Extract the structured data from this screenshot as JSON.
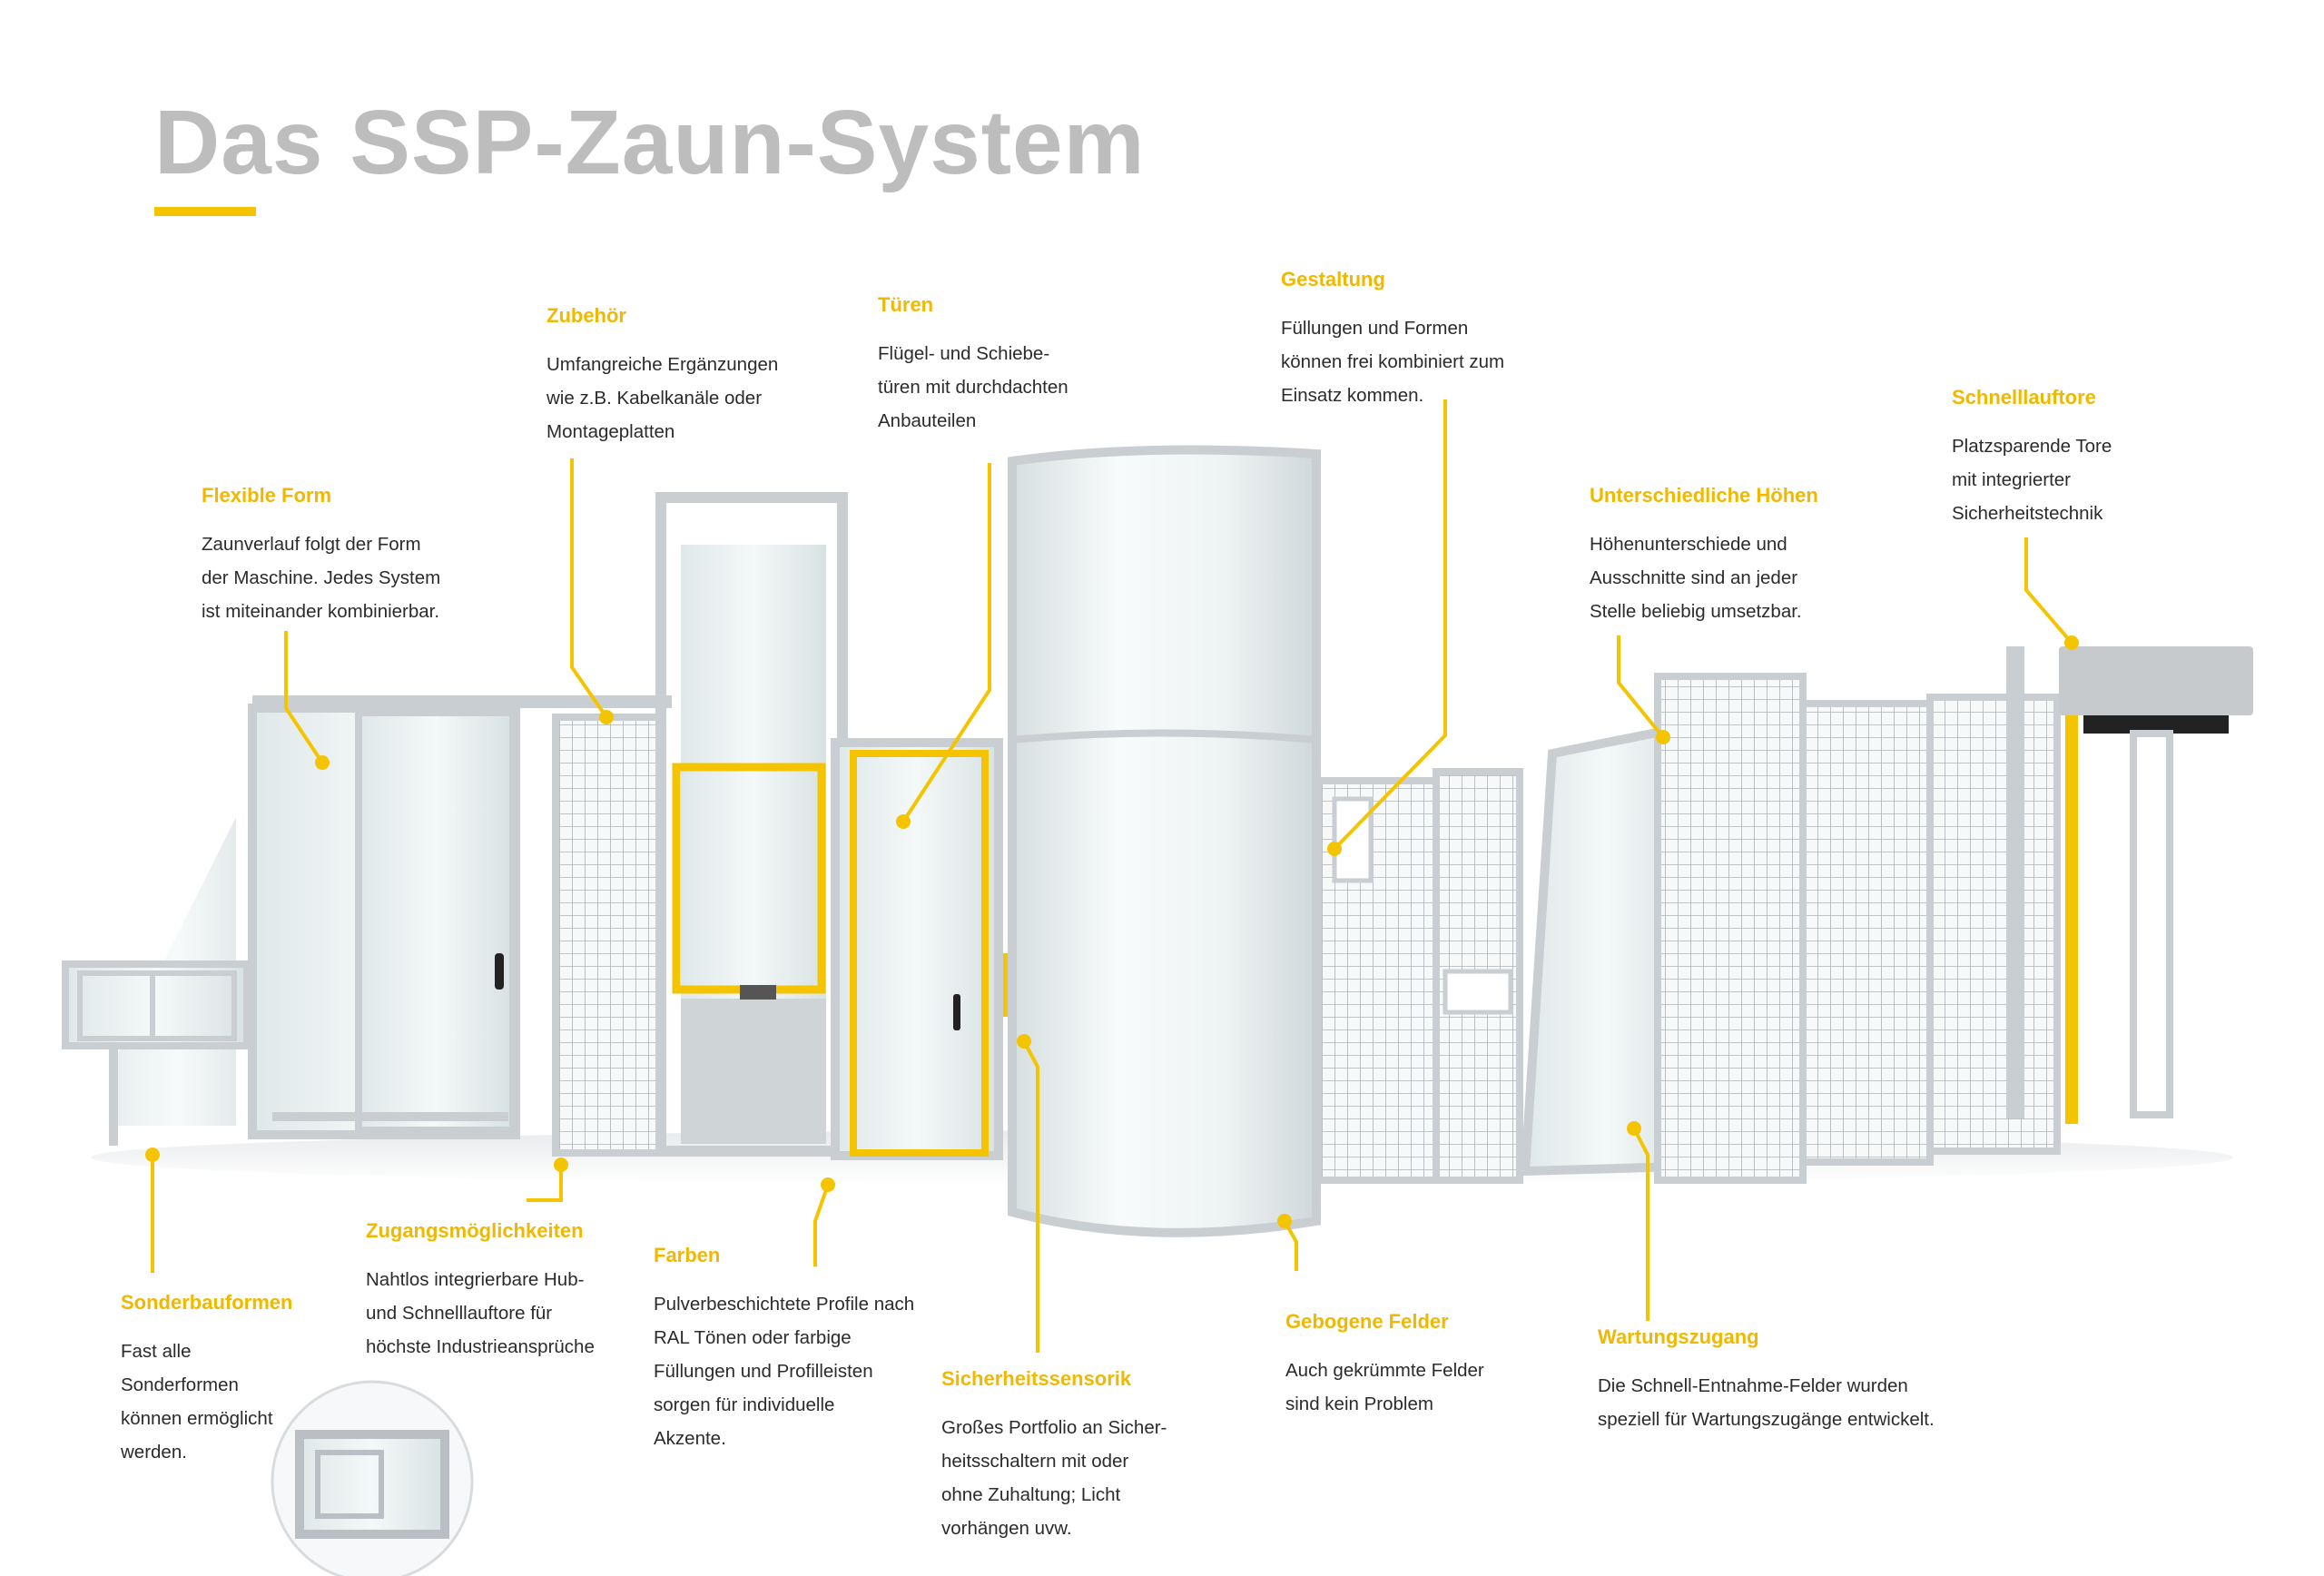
{
  "title": "Das SSP-Zaun-System",
  "colors": {
    "accent": "#f5c400",
    "title": "#bdbdbd",
    "text": "#2b2b2b",
    "frame": "#c9ced3"
  },
  "callouts": {
    "zubehoer": {
      "heading": "Zubehör",
      "lines": [
        "Umfangreiche Ergänzungen",
        "wie z.B. Kabelkanäle oder",
        "Montageplatten"
      ]
    },
    "tueren": {
      "heading": "Türen",
      "lines": [
        "Flügel- und Schiebe-",
        "türen mit durchdachten",
        "Anbauteilen"
      ]
    },
    "gestaltung": {
      "heading": "Gestaltung",
      "lines": [
        "Füllungen und Formen",
        "können frei kombiniert zum",
        "Einsatz kommen."
      ]
    },
    "schnelllauftore": {
      "heading": "Schnelllauftore",
      "lines": [
        "Platzsparende Tore",
        "mit integrierter",
        "Sicherheitstechnik"
      ]
    },
    "flexible_form": {
      "heading": "Flexible Form",
      "lines": [
        "Zaunverlauf folgt der Form",
        "der Maschine. Jedes System",
        "ist miteinander kombinierbar."
      ]
    },
    "hoehen": {
      "heading": "Unterschiedliche Höhen",
      "lines": [
        "Höhenunterschiede und",
        "Ausschnitte sind an jeder",
        "Stelle beliebig umsetzbar."
      ]
    },
    "zugang": {
      "heading": "Zugangsmöglichkeiten",
      "lines": [
        "Nahtlos integrierbare Hub-",
        "und Schnelllauftore für",
        "höchste Industrieansprüche"
      ]
    },
    "farben": {
      "heading": "Farben",
      "lines": [
        "Pulverbeschichtete Profile nach",
        "RAL Tönen oder farbige",
        "Füllungen und Profilleisten",
        "sorgen für individuelle",
        "Akzente."
      ]
    },
    "sonder": {
      "heading": "Sonderbauformen",
      "lines": [
        "Fast alle Sonderformen",
        "können ermöglicht",
        "werden."
      ]
    },
    "sensorik": {
      "heading": "Sicherheitssensorik",
      "lines": [
        "Großes Portfolio an Sicher-",
        "heitsschaltern mit oder",
        "ohne Zuhaltung; Licht",
        "vorhängen uvw."
      ]
    },
    "gebogen": {
      "heading": "Gebogene Felder",
      "lines": [
        "Auch gekrümmte Felder",
        "sind kein Problem"
      ]
    },
    "wartung": {
      "heading": "Wartungszugang",
      "lines": [
        "Die Schnell-Entnahme-Felder wurden",
        "speziell für Wartungszugänge entwickelt."
      ]
    }
  }
}
